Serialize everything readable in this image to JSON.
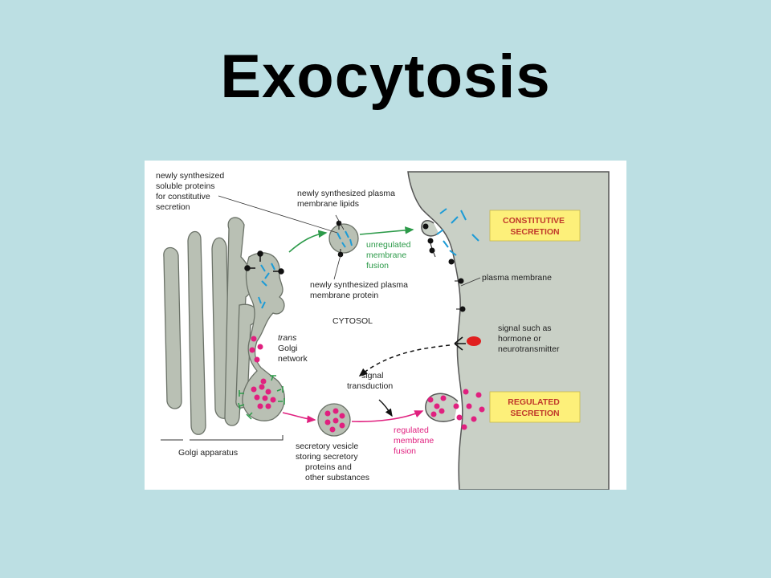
{
  "title": "Exocytosis",
  "diagram": {
    "labels": {
      "soluble_proteins": [
        "newly synthesized",
        "soluble proteins",
        "for constitutive",
        "secretion"
      ],
      "membrane_lipids": [
        "newly synthesized plasma",
        "membrane lipids"
      ],
      "unregulated_fusion": [
        "unregulated",
        "membrane",
        "fusion"
      ],
      "membrane_protein": [
        "newly synthesized plasma",
        "membrane protein"
      ],
      "cytosol": "CYTOSOL",
      "trans_golgi": [
        "trans",
        "Golgi",
        "network"
      ],
      "plasma_membrane": "plasma membrane",
      "signal": [
        "signal such as",
        "hormone or",
        "neurotransmitter"
      ],
      "signal_transduction": [
        "signal",
        "transduction"
      ],
      "golgi_apparatus": "Golgi apparatus",
      "secretory_vesicle": [
        "secretory vesicle",
        "storing secretory",
        "proteins and",
        "other substances"
      ],
      "regulated_fusion": [
        "regulated",
        "membrane",
        "fusion"
      ],
      "constitutive_secretion": [
        "CONSTITUTIVE",
        "SECRETION"
      ],
      "regulated_secretion": [
        "REGULATED",
        "SECRETION"
      ]
    },
    "colors": {
      "cell_exterior": "#c9d0c6",
      "golgi_fill": "#b9c0b4",
      "protein_blue": "#1c9bd6",
      "secretory_magenta": "#e0207f",
      "constitutive_arrow": "#2c9a49",
      "label_box": "#fdf07a",
      "label_box_text": "#c0392b"
    }
  }
}
